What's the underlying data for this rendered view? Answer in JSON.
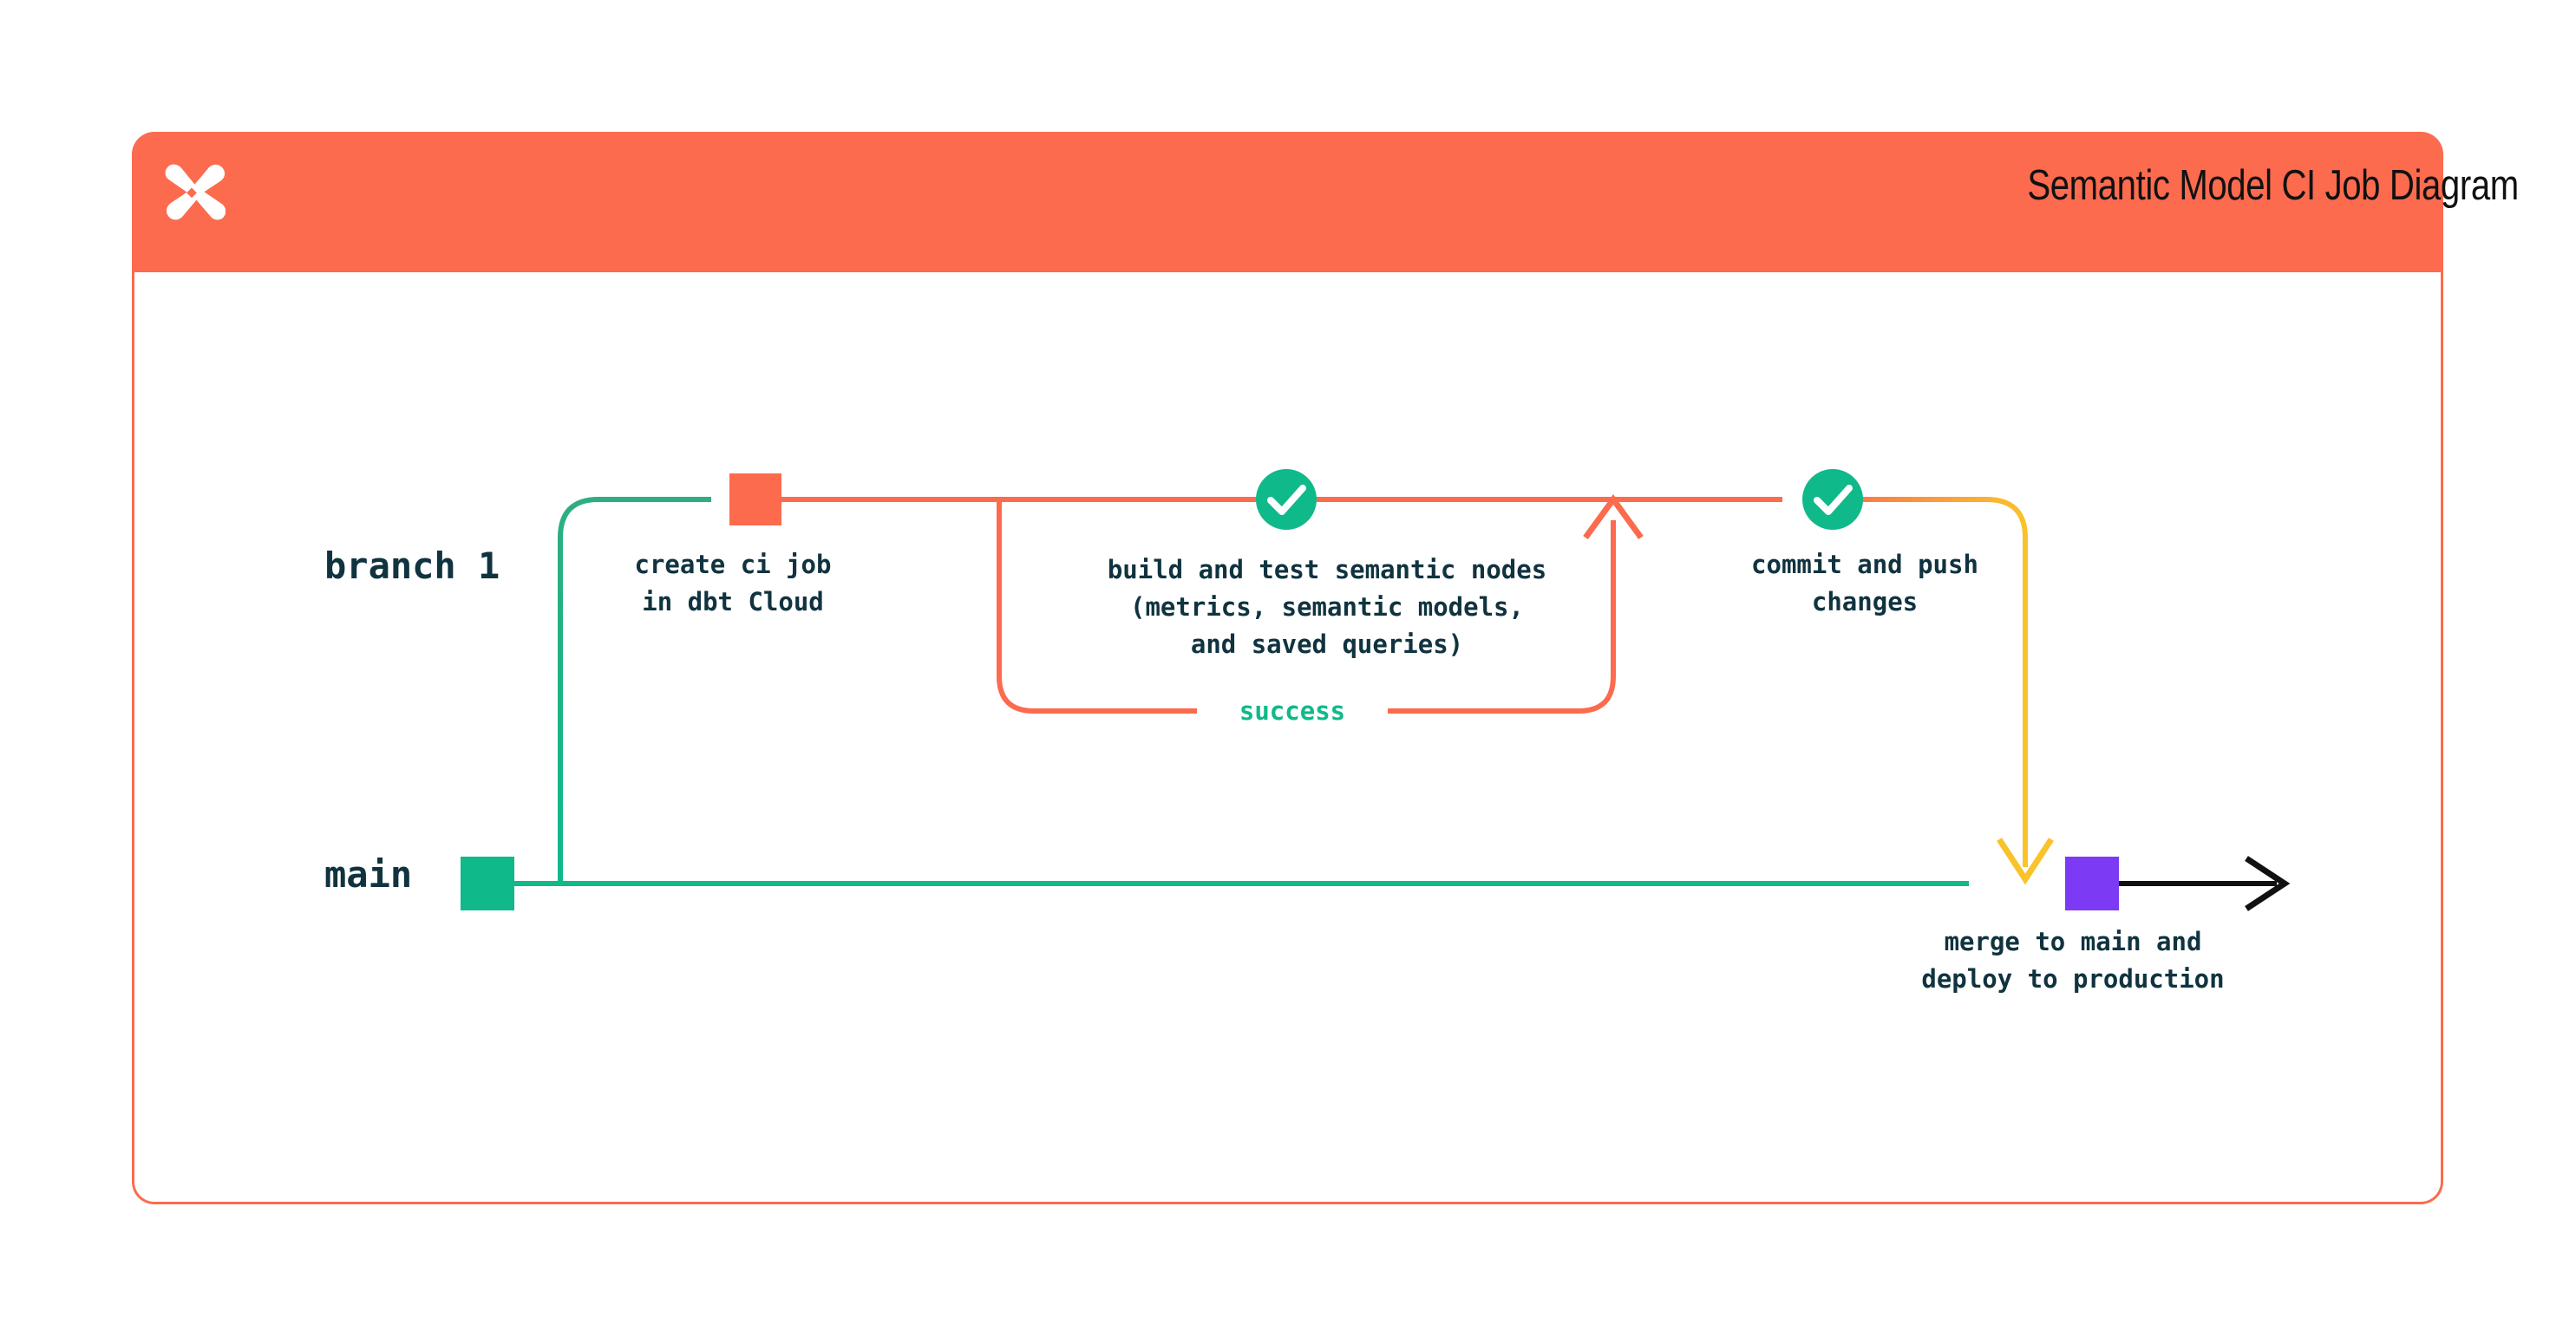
{
  "header": {
    "title": "Semantic Model CI Job Diagram",
    "logo_icon": "dbt-logo-icon",
    "background_color": "#FC6B4E"
  },
  "colors": {
    "orange": "#FC6B4E",
    "green": "#0FB98A",
    "yellow": "#FAC22B",
    "purple": "#7C3AF5",
    "navy": "#10333F",
    "black": "#111111"
  },
  "diagram": {
    "type": "git-branch-flow",
    "branches": [
      {
        "id": "branch-1",
        "label": "branch 1",
        "color": "#FC6B4E"
      },
      {
        "id": "main",
        "label": "main",
        "color": "#0FB98A"
      }
    ],
    "nodes": [
      {
        "id": "create-ci-job",
        "branch": "branch-1",
        "marker": "square",
        "marker_color": "#FC6B4E",
        "caption": "create ci job\nin dbt Cloud"
      },
      {
        "id": "build-and-test",
        "branch": "branch-1",
        "marker": "check-circle",
        "marker_color": "#0FB98A",
        "caption": "build and test semantic nodes\n(metrics, semantic models,\nand saved queries)"
      },
      {
        "id": "commit-and-push",
        "branch": "branch-1",
        "marker": "check-circle",
        "marker_color": "#0FB98A",
        "caption": "commit and push\nchanges"
      },
      {
        "id": "merge-to-main",
        "branch": "main",
        "marker": "square",
        "marker_color": "#7C3AF5",
        "caption": "merge to main and\ndeploy to production"
      }
    ],
    "edges": [
      {
        "id": "branch-out",
        "from": "main",
        "to": "branch-1",
        "color": "#0FB98A"
      },
      {
        "id": "retry-loop",
        "label": "success",
        "label_color": "#0FB98A",
        "color": "#FC6B4E"
      },
      {
        "id": "merge-down",
        "from": "branch-1",
        "to": "main",
        "color": "#FAC22B"
      },
      {
        "id": "main-continues",
        "from": "merge-to-main",
        "to": "production",
        "color": "#111111"
      }
    ]
  }
}
